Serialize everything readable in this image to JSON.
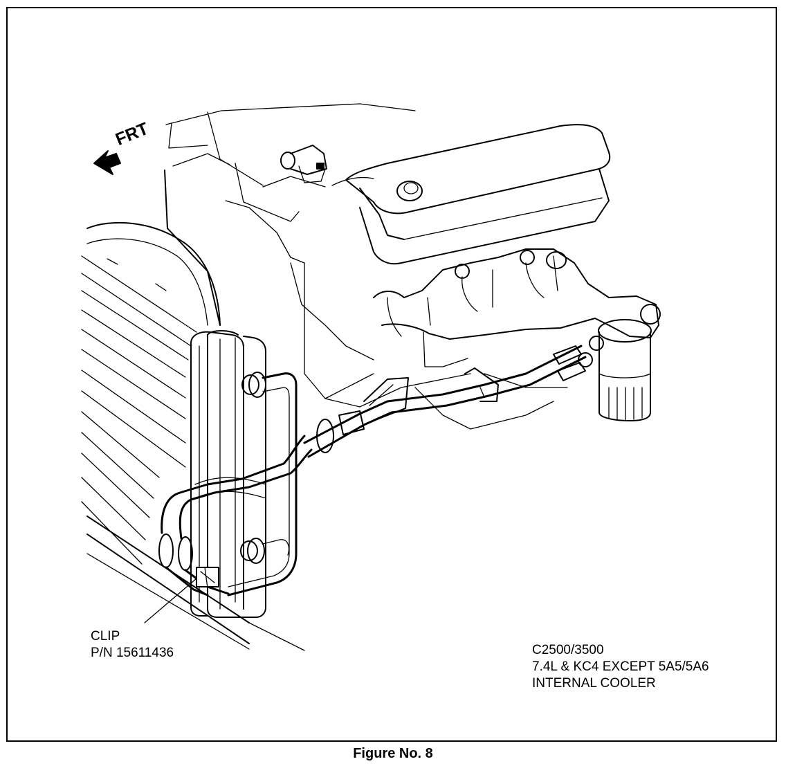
{
  "direction": {
    "text": "FRT",
    "icon": "arrow-left-icon"
  },
  "callouts": {
    "clip": {
      "line1": "CLIP",
      "line2": "P/N 15611436"
    },
    "vehicle": {
      "line1": "C2500/3500",
      "line2": "7.4L & KC4 EXCEPT 5A5/5A6",
      "line3": "INTERNAL COOLER"
    }
  },
  "figure": {
    "caption": "Figure No. 8"
  }
}
